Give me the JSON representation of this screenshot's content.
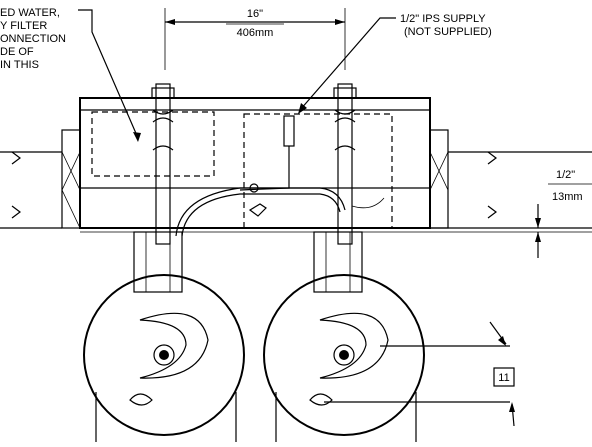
{
  "annotations": {
    "note_left": [
      "...ED WATER,",
      "...Y FILTER",
      "...NNECTION",
      "...DE OF",
      "...IN THIS"
    ],
    "note_left_display": [
      "ED WATER,",
      "Y FILTER",
      "ONNECTION",
      "DE OF",
      "IN THIS"
    ],
    "supply": [
      "1/2\" IPS SUPPLY",
      "(NOT SUPPLIED)"
    ],
    "dim_spacing": {
      "imperial": "16\"",
      "metric": "406mm"
    },
    "dim_reveal": {
      "imperial": "1/2\"",
      "metric": "13mm"
    },
    "callout": "11"
  }
}
